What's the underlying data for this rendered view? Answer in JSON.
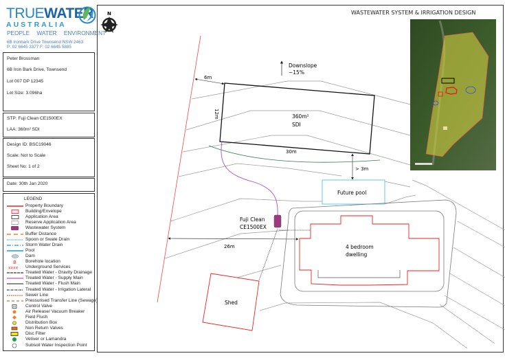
{
  "company": {
    "logo_word1": "TRUE",
    "logo_word2": "WATER",
    "logo_word3": "AUSTRALIA",
    "tagline": "PEOPLE WATER ENVIRONMENT",
    "address": "6B Ironbark Drive Townsend NSW 2463",
    "contact": "P: 02 6645 3377   F: 02 6645 5885"
  },
  "client": {
    "name": "Peter Brossman",
    "address": "6B Iron Bark Drive, Townsend",
    "lot": "Lot 007 DP 12345",
    "lot_size": "Lot Size: 3.096ha"
  },
  "system": {
    "stp": "STP: Fuji Clean CE1500EX",
    "laa": "LAA: 360m² SDI"
  },
  "design": {
    "id": "Design ID: BSC19046",
    "scale": "Scale: Not to Scale",
    "sheet": "Sheet No: 1 of 2"
  },
  "date": "Date: 30th Jan 2020",
  "legend": {
    "title": "LEGEND",
    "items": [
      {
        "label": "Property Boundary",
        "symbol": "red-line"
      },
      {
        "label": "Building/Envelope",
        "symbol": "red-rect"
      },
      {
        "label": "Application Area",
        "symbol": "black-rect"
      },
      {
        "label": "Reserve Application Area",
        "symbol": "dashed-rect"
      },
      {
        "label": "Wastewater System",
        "symbol": "purple-block"
      },
      {
        "label": "Buffer Distance",
        "symbol": "orange-dash"
      },
      {
        "label": "Spoon or Swale Drain",
        "symbol": "cyan-dotted"
      },
      {
        "label": "Storm Water Drain",
        "symbol": "blue-dashdot"
      },
      {
        "label": "Pool",
        "symbol": "blue-line"
      },
      {
        "label": "Dam",
        "symbol": "dam-ellipse"
      },
      {
        "label": "Borehole location",
        "symbol": "borehole"
      },
      {
        "label": "Underground Services",
        "symbol": "xxxx"
      },
      {
        "label": "Treated Water - Gravity Drainage",
        "symbol": "dark-dash"
      },
      {
        "label": "Treated Water - Supply Main",
        "symbol": "pink-line"
      },
      {
        "label": "Treated Water - Flush Main",
        "symbol": "grey-line"
      },
      {
        "label": "Treated Water - Irrigation Lateral",
        "symbol": "dash-dot-black"
      },
      {
        "label": "Sewer Line",
        "symbol": "brown-dotted"
      },
      {
        "label": "Pressurised Transfer Line (Sewage)",
        "symbol": "brown-dash"
      },
      {
        "label": "Control Valve",
        "symbol": "control-valve"
      },
      {
        "label": "Air Release/ Vacuum Breaker",
        "symbol": "orange-dot"
      },
      {
        "label": "Field Flush",
        "symbol": "orange-diamond"
      },
      {
        "label": "Distribution Box",
        "symbol": "yellow-dot"
      },
      {
        "label": "Non Return Valves",
        "symbol": "orange-rect"
      },
      {
        "label": "Disc Filter",
        "symbol": "yellow-rect"
      },
      {
        "label": "Vetiver or Lamandra",
        "symbol": "green-dot"
      },
      {
        "label": "Subsoil Water Inspection Point",
        "symbol": "white-circle"
      }
    ]
  },
  "drawing": {
    "title": "WASTEWATER SYSTEM  & IRRIGATION DESIGN",
    "north": "N",
    "downslope": "Downslope",
    "slope": "~15%",
    "dim_6m": "6m",
    "dim_12m": "12m",
    "dim_30m": "30m",
    "dim_3m": "> 3m",
    "dim_26m": "26m",
    "laa_area": "360m²",
    "laa_type": "SDI",
    "pool": "Future pool",
    "stp_line1": "Fuji Clean",
    "stp_line2": "CE1500EX",
    "dwelling_line1": "4 bedroom",
    "dwelling_line2": "dwelling",
    "shed": "Shed",
    "colors": {
      "property_boundary": "#f04848",
      "building": "#ee2222",
      "pool": "#5cc8ea",
      "wastewater": "#9b3a7e",
      "supply_main": "#a64fd6",
      "vegetation_line": "#2f7a4a"
    }
  }
}
